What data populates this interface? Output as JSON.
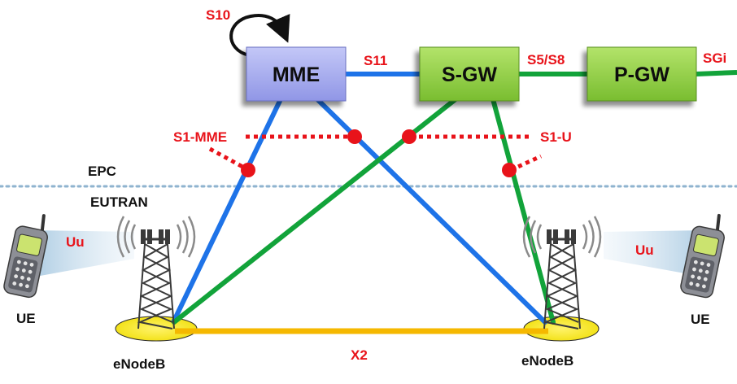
{
  "nodes": {
    "mme": "MME",
    "sgw": "S-GW",
    "pgw": "P-GW"
  },
  "interfaces": {
    "s10": "S10",
    "s11": "S11",
    "s5s8": "S5/S8",
    "sgi": "SGi",
    "s1_mme": "S1-MME",
    "s1_u": "S1-U",
    "uu_left": "Uu",
    "uu_right": "Uu",
    "x2": "X2"
  },
  "domains": {
    "epc": "EPC",
    "eutran": "EUTRAN"
  },
  "devices": {
    "ue_left": "UE",
    "ue_right": "UE",
    "enodeb_left": "eNodeB",
    "enodeb_right": "eNodeB"
  },
  "colors": {
    "control_plane": "#1e73e8",
    "user_plane": "#12a33a",
    "x2_link": "#f5b800",
    "interface_marker": "#e8131a",
    "mme_box": "#a9aef0",
    "gw_box": "#96d34a",
    "domain_divider": "#8fb3cf"
  }
}
